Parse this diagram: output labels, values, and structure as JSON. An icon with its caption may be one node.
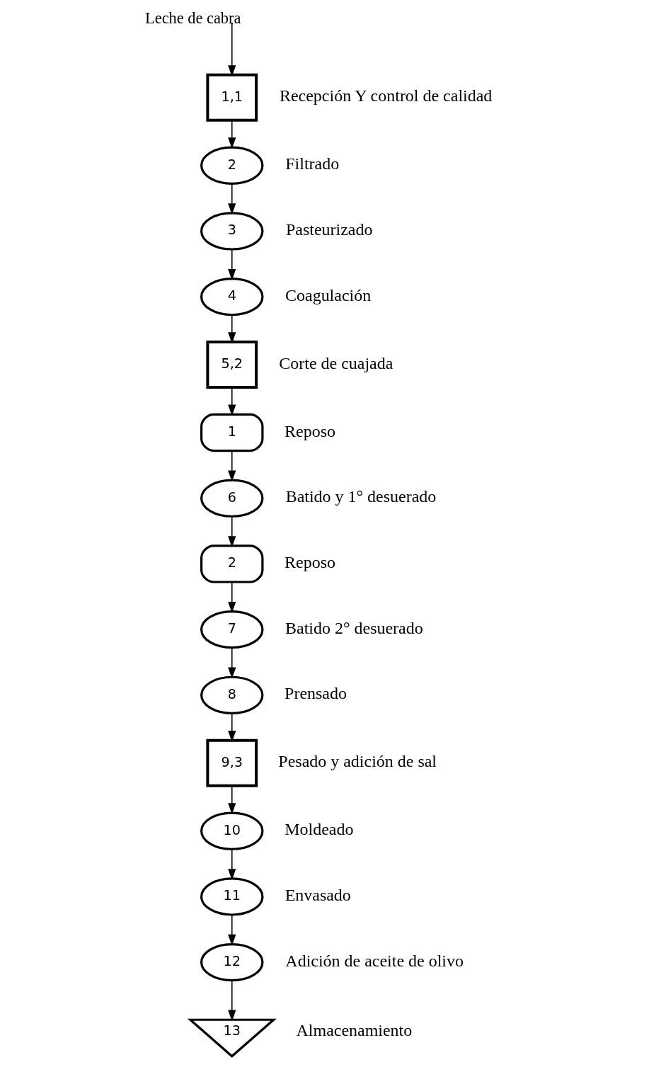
{
  "diagram": {
    "nodes": [
      {
        "text": [
          "1,1"
        ],
        "beside": [
          "Recepción Y control de calidad"
        ]
      },
      {
        "text": [
          "2"
        ],
        "beside": [
          "Filtrado"
        ]
      },
      {
        "text": [
          "3"
        ],
        "beside": [
          "Pasteurizado"
        ]
      },
      {
        "text": [
          "4"
        ],
        "beside": [
          "Coagulación"
        ]
      },
      {
        "text": [
          "5,2"
        ],
        "beside": [
          "Corte de cuajada"
        ]
      },
      {
        "text": [
          "1"
        ],
        "beside": [
          "Reposo"
        ]
      },
      {
        "text": [
          "6"
        ],
        "beside": [
          "Batido y 1° desuerado"
        ]
      },
      {
        "text": [
          "2"
        ],
        "beside": [
          "Reposo"
        ]
      },
      {
        "text": [
          "7"
        ],
        "beside": [
          "Batido 2° desuerado"
        ]
      },
      {
        "text": [
          "8"
        ],
        "beside": [
          "Prensado"
        ]
      },
      {
        "text": [
          "9,3"
        ],
        "beside": [
          "Pesado y adición de sal"
        ]
      },
      {
        "text": [
          "10"
        ],
        "beside": [
          "Moldeado"
        ]
      },
      {
        "text": [
          "11"
        ],
        "beside": [
          "Envasado"
        ]
      },
      {
        "text": [
          "12"
        ],
        "beside": [
          "Adición de aceite de olivo"
        ]
      },
      {
        "text": [
          "13"
        ],
        "beside": [
          "Almacenamiento"
        ]
      }
    ],
    "edges": [
      {
        "from": null,
        "to": 0,
        "arrow": "to",
        "label": "Leche de cabra"
      },
      {
        "from": 0,
        "to": 1,
        "arrow": "to"
      },
      {
        "from": 1,
        "to": 2,
        "arrow": "to"
      },
      {
        "from": 2,
        "to": 3,
        "arrow": "to"
      },
      {
        "from": 3,
        "to": 4,
        "arrow": "to"
      },
      {
        "from": 4,
        "to": 5,
        "arrow": "to"
      },
      {
        "from": 5,
        "to": 6,
        "arrow": "to"
      },
      {
        "from": 6,
        "to": 7,
        "arrow": "to"
      },
      {
        "from": 7,
        "to": 8,
        "arrow": "to"
      },
      {
        "from": 8,
        "to": 9,
        "arrow": "to"
      },
      {
        "from": 9,
        "to": 10,
        "arrow": "to"
      },
      {
        "from": 10,
        "to": 11,
        "arrow": "to"
      },
      {
        "from": 11,
        "to": 12,
        "arrow": "to"
      },
      {
        "from": 12,
        "to": 13,
        "arrow": "to"
      },
      {
        "from": 13,
        "to": 14,
        "arrow": "to"
      }
    ]
  }
}
